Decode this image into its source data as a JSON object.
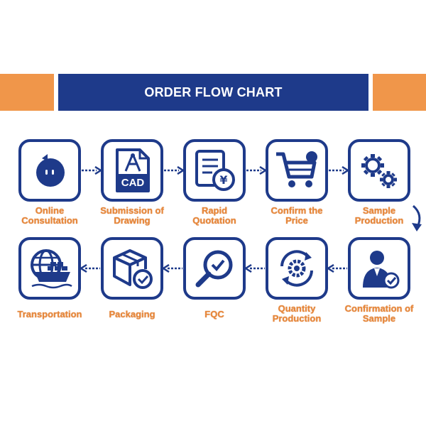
{
  "header": {
    "title": "ORDER FLOW CHART"
  },
  "colors": {
    "navy": "#1e3a8a",
    "orange": "#f0964a",
    "label": "#e8873a"
  },
  "steps": [
    {
      "label": "Online\nConsultation",
      "icon": "chat-bubble-icon"
    },
    {
      "label": "Submission of\nDrawing",
      "icon": "cad-file-icon"
    },
    {
      "label": "Rapid\nQuotation",
      "icon": "quotation-document-icon"
    },
    {
      "label": "Confirm the\nPrice",
      "icon": "shopping-cart-icon"
    },
    {
      "label": "Sample\nProduction",
      "icon": "gears-icon"
    },
    {
      "label": "Confirmation of\nSample",
      "icon": "approved-person-icon"
    },
    {
      "label": "Quantity\nProduction",
      "icon": "production-cycle-icon"
    },
    {
      "label": "FQC",
      "icon": "magnifier-check-icon"
    },
    {
      "label": "Packaging",
      "icon": "package-check-icon"
    },
    {
      "label": "Transportation",
      "icon": "globe-ship-icon"
    }
  ]
}
